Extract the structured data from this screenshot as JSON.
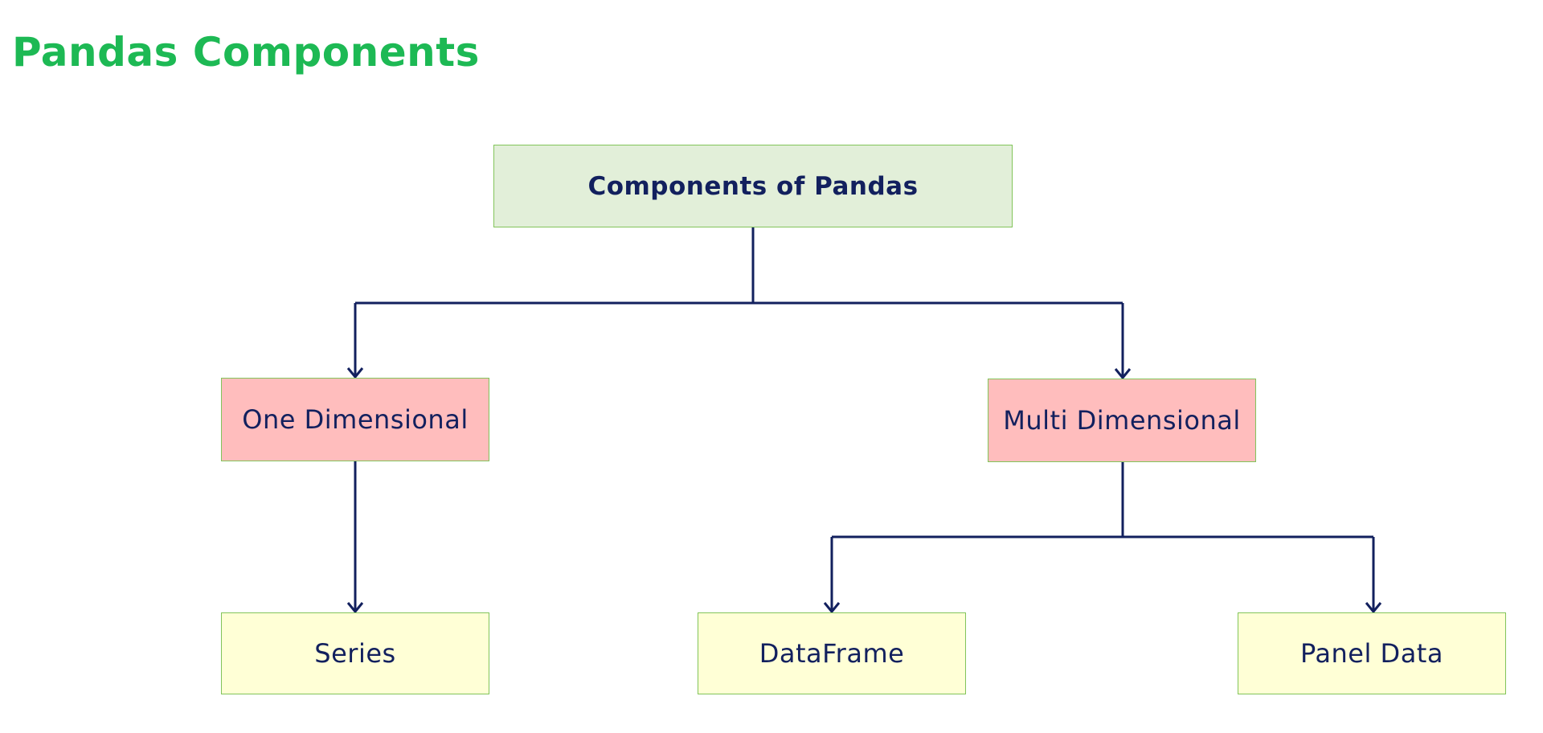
{
  "title": "Pandas Components",
  "nodes": {
    "root": "Components of Pandas",
    "one_dimensional": "One Dimensional",
    "multi_dimensional": "Multi Dimensional",
    "series": "Series",
    "dataframe": "DataFrame",
    "panel_data": "Panel Data"
  },
  "colors": {
    "title": "#1db954",
    "text": "#12205e",
    "line": "#12205e",
    "node_border": "#82c45a",
    "root_fill": "#e2efd9",
    "level1_fill": "#ffbdbd",
    "leaf_fill": "#ffffd6"
  }
}
